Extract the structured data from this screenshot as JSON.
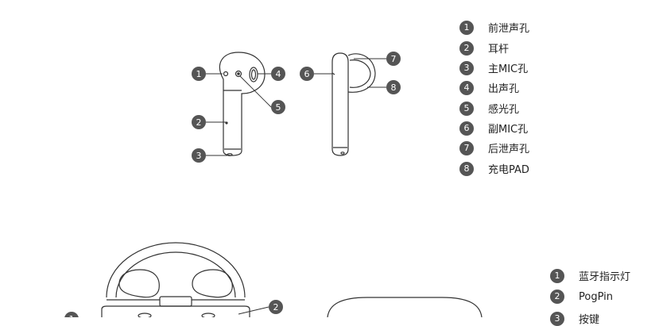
{
  "earbud_legend": [
    {
      "num": "1",
      "label": "前泄声孔"
    },
    {
      "num": "2",
      "label": "耳杆"
    },
    {
      "num": "3",
      "label": "主MIC孔"
    },
    {
      "num": "4",
      "label": "出声孔"
    },
    {
      "num": "5",
      "label": "感光孔"
    },
    {
      "num": "6",
      "label": "副MIC孔"
    },
    {
      "num": "7",
      "label": "后泄声孔"
    },
    {
      "num": "8",
      "label": "充电PAD"
    }
  ],
  "case_legend": [
    {
      "num": "1",
      "label": "蓝牙指示灯"
    },
    {
      "num": "2",
      "label": "PogPin"
    },
    {
      "num": "3",
      "label": "按键"
    }
  ],
  "callouts": {
    "front": [
      "1",
      "2",
      "3",
      "4",
      "5"
    ],
    "side": [
      "6",
      "7",
      "8"
    ],
    "case": [
      "1",
      "2"
    ]
  },
  "colors": {
    "badge": "#555555",
    "line": "#333333"
  }
}
